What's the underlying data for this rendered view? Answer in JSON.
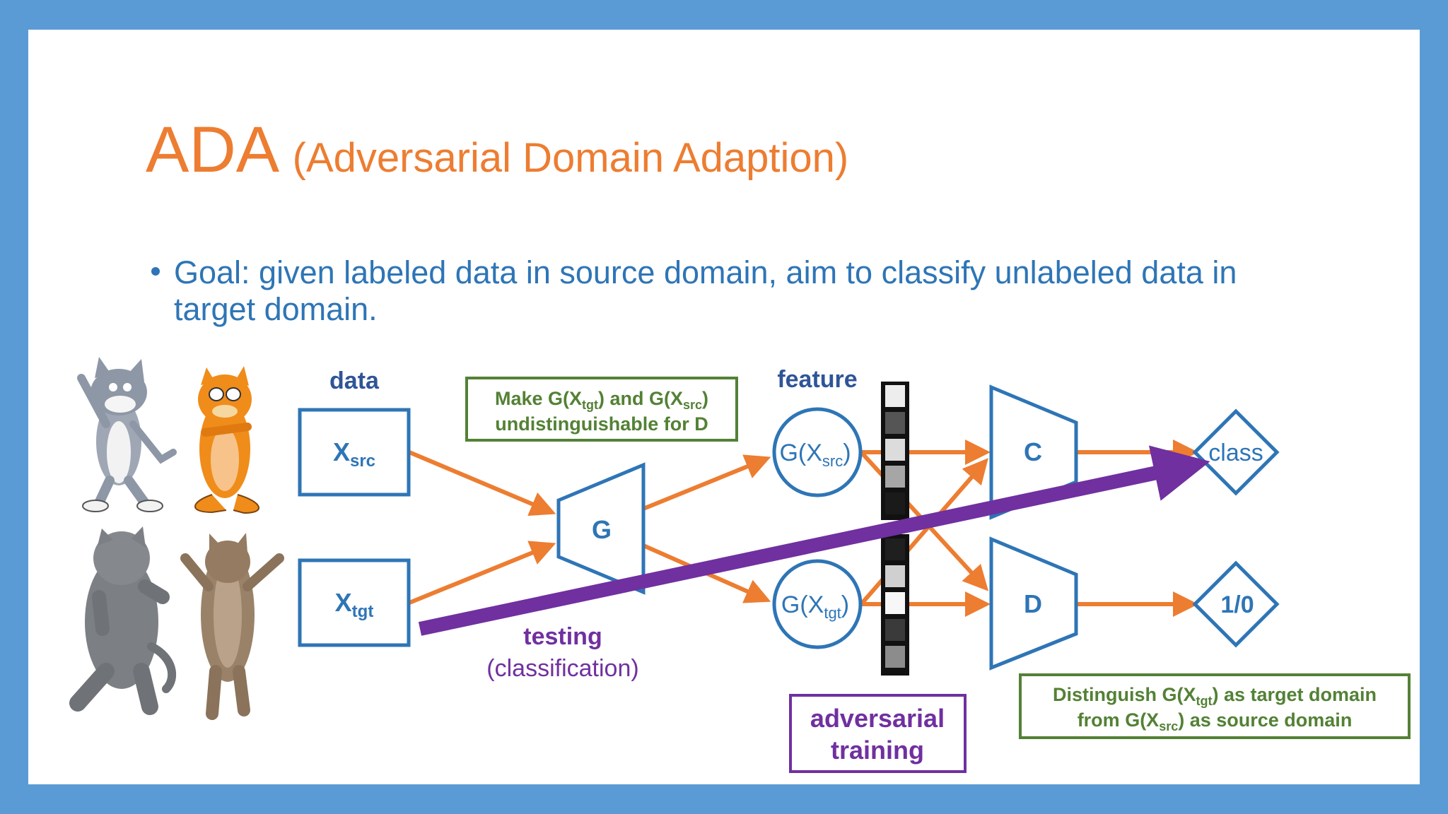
{
  "title": {
    "main": "ADA",
    "sub": "(Adversarial Domain Adaption)"
  },
  "bullet": "Goal: given labeled data in source domain, aim to classify unlabeled data in target domain.",
  "diagram": {
    "data_label": "data",
    "feature_label": "feature",
    "xsrc": {
      "base": "X",
      "sub": "src"
    },
    "xtgt": {
      "base": "X",
      "sub": "tgt"
    },
    "generator": "G",
    "gxsrc": {
      "pre": "G(X",
      "sub": "src",
      "post": ")"
    },
    "gxtgt": {
      "pre": "G(X",
      "sub": "tgt",
      "post": ")"
    },
    "classifier": "C",
    "discriminator": "D",
    "class_output": "class",
    "binary_output": "1/0",
    "note_g": {
      "line1_a": "Make G(X",
      "line1_sub1": "tgt",
      "line1_b": ") and G(X",
      "line1_sub2": "src",
      "line1_c": ")",
      "line2": "undistinguishable for D"
    },
    "note_d": {
      "line1_a": "Distinguish G(X",
      "line1_sub": "tgt",
      "line1_b": ") as target domain",
      "line2_a": "from G(X",
      "line2_sub": "src",
      "line2_b": ") as source domain"
    },
    "testing": "testing",
    "classification": "(classification)",
    "adversarial_line1": "adversarial",
    "adversarial_line2": "training",
    "colors": {
      "blue": "#2e75b6",
      "orange": "#ed7d31",
      "green": "#538135",
      "purple": "#7030a0",
      "title": "#ed7d31",
      "frame": "#5b9bd5"
    }
  }
}
